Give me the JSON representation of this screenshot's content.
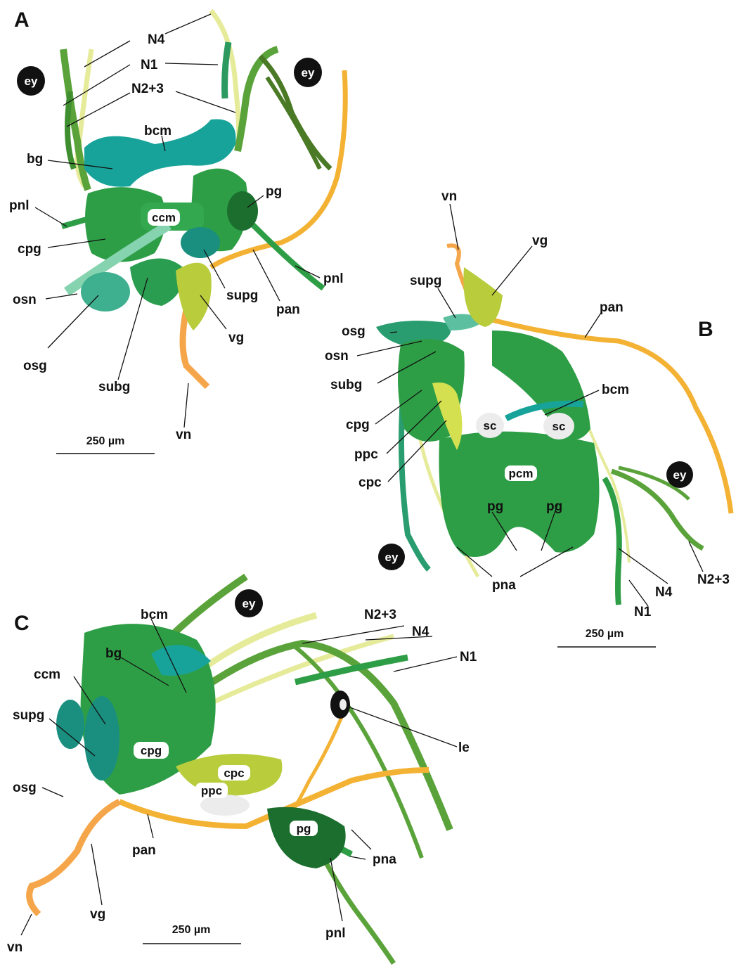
{
  "panels": {
    "A": {
      "letter": "A",
      "labels": {
        "N4": "N4",
        "N1": "N1",
        "N2_3": "N2+3",
        "ey_left": "ey",
        "ey_right": "ey",
        "bcm": "bcm",
        "bg": "bg",
        "pnl_left": "pnl",
        "ccm": "ccm",
        "pg": "pg",
        "cpg": "cpg",
        "pnl_right": "pnl",
        "supg": "supg",
        "pan": "pan",
        "osn": "osn",
        "vg": "vg",
        "osg": "osg",
        "subg": "subg",
        "vn": "vn"
      },
      "scale": "250 µm"
    },
    "B": {
      "letter": "B",
      "labels": {
        "vn": "vn",
        "vg": "vg",
        "supg": "supg",
        "pan": "pan",
        "osg": "osg",
        "osn": "osn",
        "subg": "subg",
        "bcm": "bcm",
        "cpg": "cpg",
        "sc_left": "sc",
        "sc_right": "sc",
        "ppc": "ppc",
        "pcm": "pcm",
        "cpc": "cpc",
        "ey_right": "ey",
        "pg_left": "pg",
        "pg_right": "pg",
        "ey_left": "ey",
        "pna": "pna",
        "N2_3": "N2+3",
        "N4": "N4",
        "N1": "N1"
      },
      "scale": "250 µm"
    },
    "C": {
      "letter": "C",
      "labels": {
        "ey": "ey",
        "N2_3": "N2+3",
        "N4": "N4",
        "bcm": "bcm",
        "N1": "N1",
        "bg": "bg",
        "ccm": "ccm",
        "supg": "supg",
        "le": "le",
        "cpg": "cpg",
        "cpc": "cpc",
        "ppc": "ppc",
        "osg": "osg",
        "pan": "pan",
        "pg": "pg",
        "pna": "pna",
        "vg": "vg",
        "vn": "vn",
        "pnl": "pnl"
      },
      "scale": "250 µm"
    }
  },
  "colors": {
    "ganglion_green": "#2e9e46",
    "dark_green": "#1b6e2e",
    "teal": "#18a39a",
    "nerve_green": "#5aa33a",
    "olive": "#4a7a25",
    "pale_yellow": "#e6eb9a",
    "lime": "#b8cc3c",
    "orange": "#f3b233",
    "light_orange": "#f6a64a",
    "mint": "#86d3b0",
    "black": "#111111",
    "white": "#ffffff"
  }
}
